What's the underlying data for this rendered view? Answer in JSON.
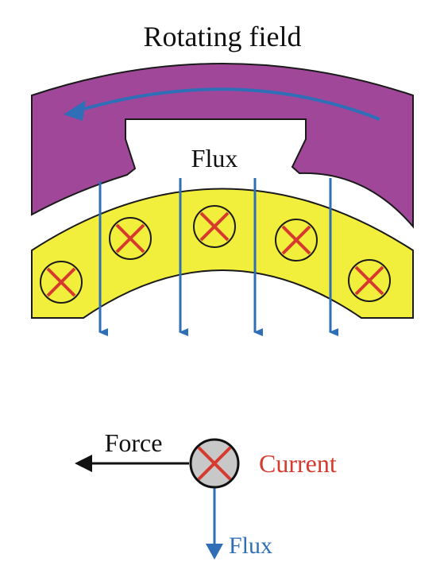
{
  "labels": {
    "top_title": "Rotating field",
    "flux_top": "Flux",
    "force": "Force",
    "current": "Current",
    "flux_bottom": "Flux"
  },
  "colors": {
    "stator": "#a0479a",
    "rotor": "#f2ee3c",
    "flux_arrow": "#2f6fb8",
    "rotation_arrow": "#2f6fb8",
    "conductor_cross": "#d63a2f",
    "current_label": "#d63a2f",
    "conductor_detail_fill": "#c8c8c8",
    "force_arrow": "#111111",
    "outline": "#1a1a1a"
  },
  "icons": {
    "conductor": "current-into-page-cross-icon",
    "rotation": "curved-arrow-left-icon",
    "flux": "arrow-down-icon",
    "force": "arrow-left-icon"
  }
}
